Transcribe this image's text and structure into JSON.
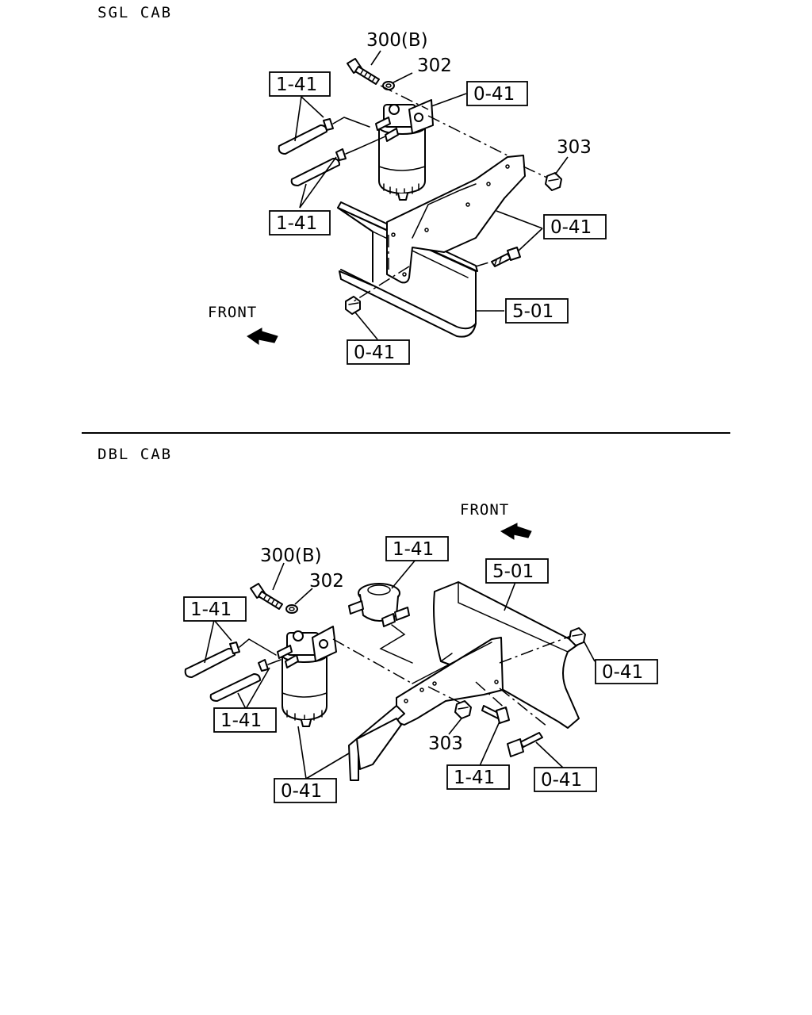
{
  "sections": {
    "sgl": {
      "title": "SGL CAB",
      "front_label": "FRONT",
      "labels": {
        "l1": "300(B)",
        "l2": "302",
        "l3": "0-41",
        "l4": "1-41",
        "l5": "303",
        "l6": "1-41",
        "l7": "0-41",
        "l8": "5-01",
        "l9": "0-41"
      }
    },
    "dbl": {
      "title": "DBL CAB",
      "front_label": "FRONT",
      "labels": {
        "l1": "300(B)",
        "l2": "302",
        "l3": "1-41",
        "l4": "5-01",
        "l5": "1-41",
        "l6": "1-41",
        "l7": "0-41",
        "l8": "303",
        "l9": "1-41",
        "l10": "0-41",
        "l11": "0-41"
      }
    }
  }
}
